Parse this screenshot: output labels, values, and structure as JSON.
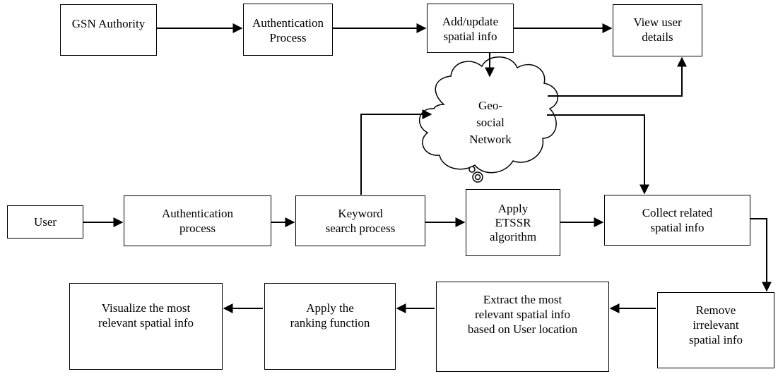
{
  "nodes": {
    "gsn_authority": "GSN Authority",
    "auth_process_top": "Authentication\nProcess",
    "add_update": "Add/update\nspatial info",
    "view_user": "View user\ndetails",
    "geo_network": "Geo-\nsocial\nNetwork",
    "user": "User",
    "auth_process_user": "Authentication\nprocess",
    "keyword_search": "Keyword\nsearch process",
    "apply_etssr": "Apply\nETSSR\nalgorithm",
    "collect_related": "Collect related\nspatial info",
    "remove_irrelevant": "Remove\nirrelevant\nspatial info",
    "extract_relevant": "Extract the most\nrelevant spatial info\nbased on User location",
    "apply_ranking": "Apply the\nranking function",
    "visualize": "Visualize the most\nrelevant spatial info"
  }
}
